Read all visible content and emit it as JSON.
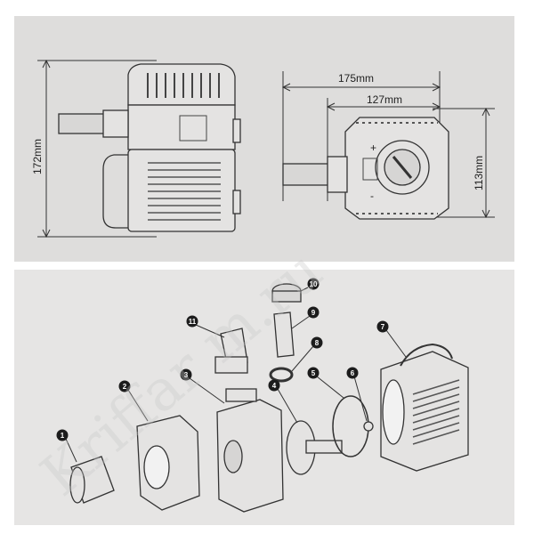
{
  "top_view": {
    "height_label": "172mm",
    "total_width_label": "175mm",
    "body_width_label": "127mm",
    "depth_label": "113mm",
    "switch_plus": "+",
    "switch_minus": "-"
  },
  "exploded_view": {
    "callouts": [
      "1",
      "2",
      "3",
      "4",
      "5",
      "6",
      "7",
      "8",
      "9",
      "10",
      "11"
    ]
  },
  "watermark": "Kriffar m.ru"
}
